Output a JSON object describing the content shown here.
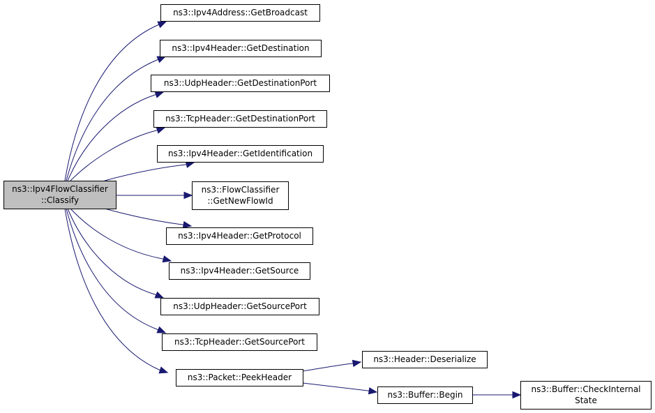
{
  "colors": {
    "edge": "#191970",
    "root_fill": "#bfbfbf",
    "node_fill": "#ffffff",
    "border": "#000000"
  },
  "nodes": {
    "classify": [
      "ns3::Ipv4FlowClassifier",
      "::Classify"
    ],
    "get_broadcast": [
      "ns3::Ipv4Address::GetBroadcast"
    ],
    "ipv4_get_destination": [
      "ns3::Ipv4Header::GetDestination"
    ],
    "udp_get_destination_port": [
      "ns3::UdpHeader::GetDestinationPort"
    ],
    "tcp_get_destination_port": [
      "ns3::TcpHeader::GetDestinationPort"
    ],
    "get_identification": [
      "ns3::Ipv4Header::GetIdentification"
    ],
    "get_new_flow_id": [
      "ns3::FlowClassifier",
      "::GetNewFlowId"
    ],
    "get_protocol": [
      "ns3::Ipv4Header::GetProtocol"
    ],
    "get_source": [
      "ns3::Ipv4Header::GetSource"
    ],
    "udp_get_source_port": [
      "ns3::UdpHeader::GetSourcePort"
    ],
    "tcp_get_source_port": [
      "ns3::TcpHeader::GetSourcePort"
    ],
    "peek_header": [
      "ns3::Packet::PeekHeader"
    ],
    "header_deserialize": [
      "ns3::Header::Deserialize"
    ],
    "buffer_begin": [
      "ns3::Buffer::Begin"
    ],
    "check_internal_state": [
      "ns3::Buffer::CheckInternal",
      "State"
    ]
  },
  "edges": [
    [
      "classify",
      "get_broadcast"
    ],
    [
      "classify",
      "ipv4_get_destination"
    ],
    [
      "classify",
      "udp_get_destination_port"
    ],
    [
      "classify",
      "tcp_get_destination_port"
    ],
    [
      "classify",
      "get_identification"
    ],
    [
      "classify",
      "get_new_flow_id"
    ],
    [
      "classify",
      "get_protocol"
    ],
    [
      "classify",
      "get_source"
    ],
    [
      "classify",
      "udp_get_source_port"
    ],
    [
      "classify",
      "tcp_get_source_port"
    ],
    [
      "classify",
      "peek_header"
    ],
    [
      "peek_header",
      "header_deserialize"
    ],
    [
      "peek_header",
      "buffer_begin"
    ],
    [
      "buffer_begin",
      "check_internal_state"
    ]
  ]
}
